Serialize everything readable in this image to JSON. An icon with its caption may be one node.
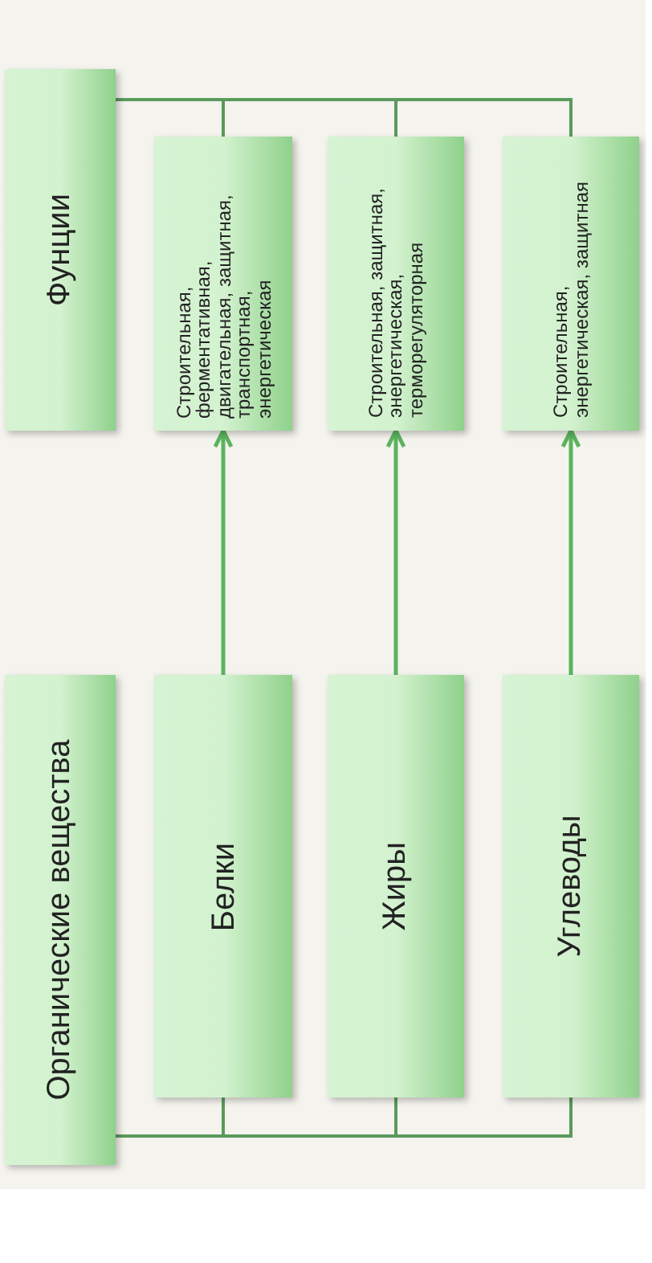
{
  "diagram": {
    "nodes": [
      {
        "text": [
          "Фунции"
        ]
      },
      {
        "text": [
          "Строительная, ферментативная, двигательная, защитная, транспортная, энергетическая"
        ]
      },
      {
        "text": [
          "Строительная, защитная, энергетическая, терморегуляторная"
        ]
      },
      {
        "text": [
          "Строительная, энергетическая, защитная"
        ]
      },
      {
        "text": [
          "Органические вещества"
        ]
      },
      {
        "text": [
          "Белки"
        ]
      },
      {
        "text": [
          "Жиры"
        ]
      },
      {
        "text": [
          "Углеводы"
        ]
      }
    ],
    "edges": [
      {
        "from": 0,
        "to": 1,
        "arrow": "none"
      },
      {
        "from": 0,
        "to": 2,
        "arrow": "none"
      },
      {
        "from": 0,
        "to": 3,
        "arrow": "none"
      },
      {
        "from": 4,
        "to": 5,
        "arrow": "none"
      },
      {
        "from": 4,
        "to": 6,
        "arrow": "none"
      },
      {
        "from": 4,
        "to": 7,
        "arrow": "none"
      },
      {
        "from": 5,
        "to": 1,
        "arrow": "to"
      },
      {
        "from": 6,
        "to": 2,
        "arrow": "to"
      },
      {
        "from": 7,
        "to": 3,
        "arrow": "to"
      }
    ]
  }
}
